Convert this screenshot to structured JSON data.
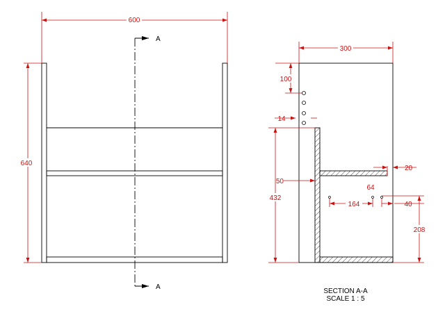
{
  "front_view": {
    "dims": {
      "width": "600",
      "height": "640"
    },
    "section_marker": "A"
  },
  "section_view": {
    "dims": {
      "depth": "300",
      "hole_top": "100",
      "hole_pitch": "14",
      "back_height": "432",
      "panel_thickness": "50",
      "shelf_end": "20",
      "shelf_thickness": "64",
      "pin_spacing": "164",
      "pin_offset": "40",
      "pin_height": "208"
    },
    "caption_title": "SECTION A-A",
    "caption_scale": "SCALE 1 : 5"
  },
  "colors": {
    "dimension": "#cc1111",
    "outline": "#000000"
  }
}
